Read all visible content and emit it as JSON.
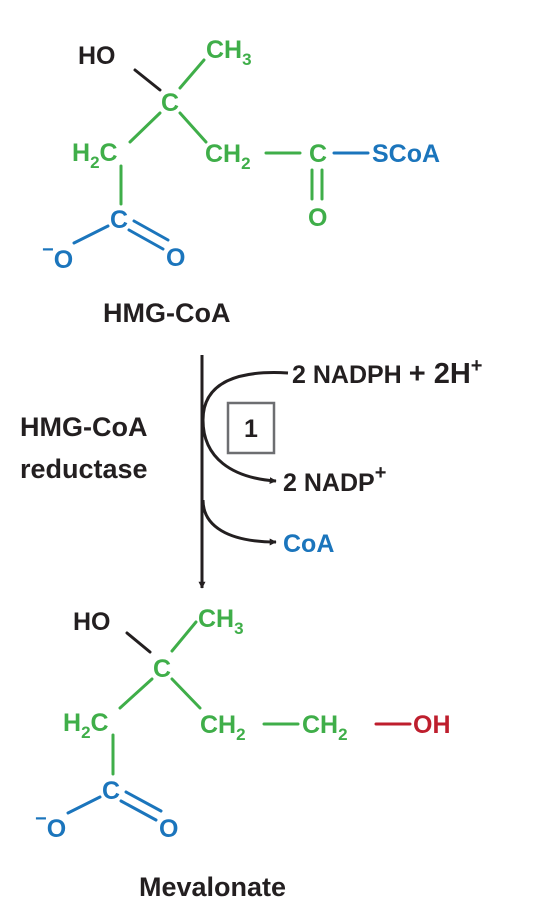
{
  "colors": {
    "carbon": "#3fae49",
    "carboxyl": "#1b75bc",
    "coa": "#1b75bc",
    "hydroxyl": "#be1e2d",
    "text": "#231f20"
  },
  "hmg": {
    "ho": "HO",
    "ch3": "CH",
    "ch3_sub": "3",
    "c_center": "C",
    "h2c_h": "H",
    "h2c_sub": "2",
    "h2c_c": "C",
    "ch2_ch": "CH",
    "ch2_sub": "2",
    "thio_c": "C",
    "scoa": "SCoA",
    "keto_o": "O",
    "carb_c": "C",
    "o_minus_sign": "−",
    "o_minus": "O",
    "o_double": "O",
    "name": "HMG-CoA"
  },
  "reaction": {
    "enzyme_line1": "HMG-CoA",
    "enzyme_line2": "reductase",
    "step_number": "1",
    "input_nadph": "2 NADPH",
    "input_protons": "+ 2H",
    "input_protons_sup": "+",
    "output_nadp": "2 NADP",
    "output_nadp_sup": "+",
    "output_coa": "CoA"
  },
  "mev": {
    "ho": "HO",
    "ch3": "CH",
    "ch3_sub": "3",
    "c_center": "C",
    "h2c_h": "H",
    "h2c_sub": "2",
    "h2c_c": "C",
    "ch2a": "CH",
    "ch2a_sub": "2",
    "ch2b": "CH",
    "ch2b_sub": "2",
    "oh": "OH",
    "carb_c": "C",
    "o_minus_sign": "−",
    "o_minus": "O",
    "o_double": "O",
    "name": "Mevalonate"
  }
}
